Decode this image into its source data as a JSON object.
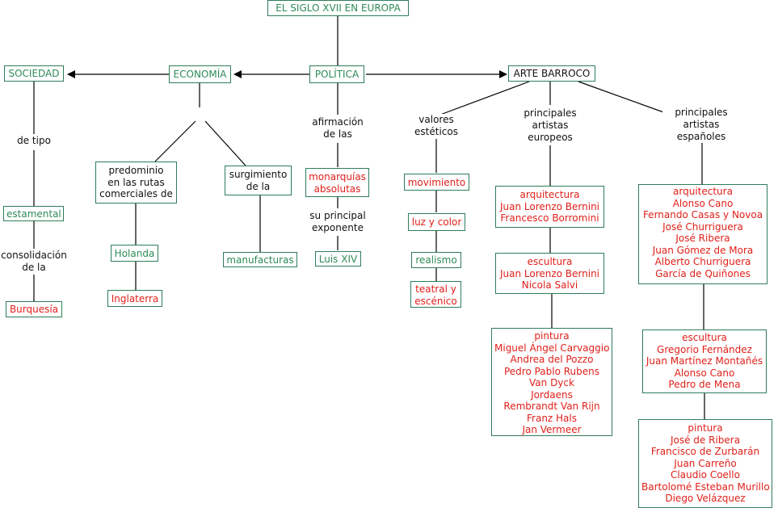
{
  "nodes": {
    "title": "EL SIGLO XVII EN EUROPA",
    "sociedad": "SOCIEDAD",
    "economia": "ECONOMÍA",
    "politica": "POLÍTICA",
    "arte": "ARTE BARROCO",
    "estamental": "estamental",
    "burguesia": "Burquesía",
    "predominio": [
      "predominio",
      "en las rutas",
      "comerciales de"
    ],
    "surgimiento": [
      "surgimiento",
      "de la"
    ],
    "holanda": "Holanda",
    "inglaterra": "Inglaterra",
    "manufacturas": "manufacturas",
    "monarquias": [
      "monarquías",
      "absolutas"
    ],
    "luis": "Luis XIV",
    "movimiento": "movimiento",
    "luz": "luz y color",
    "realismo": "realismo",
    "teatral": [
      "teatral y",
      "escénico"
    ],
    "eu_arquitectura": [
      "arquitectura",
      "Juan Lorenzo Bernini",
      "Francesco Borromini"
    ],
    "eu_escultura": [
      "escultura",
      "Juan Lorenzo Bernini",
      "Nicola Salvi"
    ],
    "eu_pintura": [
      "pintura",
      "Miguel Ángel Carvaggio",
      "Andrea del Pozzo",
      "Pedro Pablo Rubens",
      "Van Dyck",
      "Jordaens",
      "Rembrandt Van Rijn",
      "Franz Hals",
      "Jan Vermeer"
    ],
    "es_arquitectura": [
      "arquitectura",
      "Alonso Cano",
      "Fernando Casas y Novoa",
      "José Churriguera",
      "José Ribera",
      "Juan Gómez de Mora",
      "Alberto Churriguera",
      "García de Quiñones"
    ],
    "es_escultura": [
      "escultura",
      "Gregorio Fernández",
      "Juan Martínez Montañés",
      "Alonso Cano",
      "Pedro de Mena"
    ],
    "es_pintura": [
      "pintura",
      "José de Ribera",
      "Francisco de Zurbarán",
      "Juan Carreño",
      "Claudio Coello",
      "Bartolomé Esteban Murillo",
      "Diego Velázquez"
    ]
  },
  "labels": {
    "de_tipo": "de tipo",
    "consolidacion": [
      "consolidación",
      "de la"
    ],
    "afirmacion": [
      "afirmación",
      "de las"
    ],
    "su_principal": [
      "su principal",
      "exponente"
    ],
    "valores": [
      "valores",
      "estéticos"
    ],
    "artistas_europeos": [
      "principales",
      "artistas",
      "europeos"
    ],
    "artistas_espanoles": [
      "principales",
      "artistas",
      "españoles"
    ]
  },
  "colors": {
    "border": "#2e7d5b",
    "green_text": "#2e8b57",
    "red_text": "#e0201a",
    "line": "#000000"
  }
}
